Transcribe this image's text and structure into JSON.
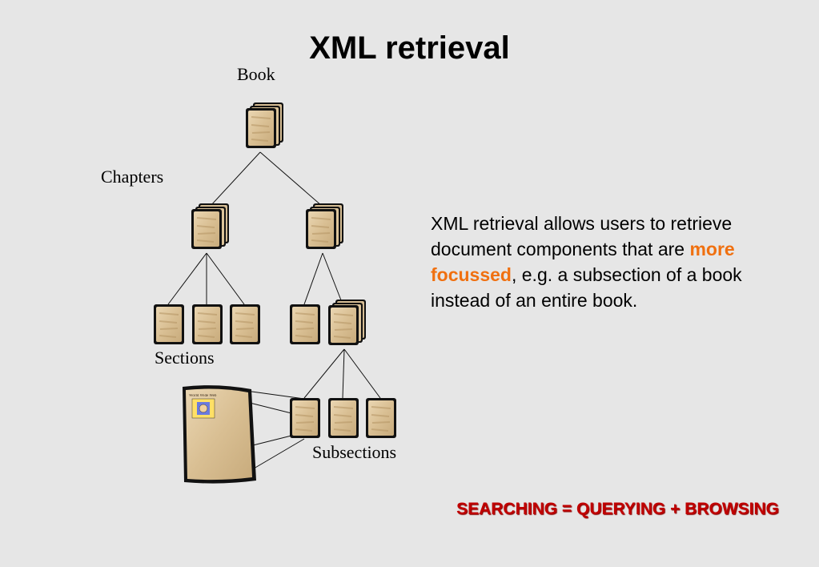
{
  "title": "XML retrieval",
  "labels": {
    "book": "Book",
    "chapters": "Chapters",
    "sections": "Sections",
    "subsections": "Subsections"
  },
  "description": {
    "part1": "XML retrieval allows users to retrieve document components that are ",
    "highlight": "more focussed",
    "part2": ", e.g.  a subsection of a book instead of an entire book."
  },
  "footer": "SEARCHING = QUERYING + BROWSING",
  "colors": {
    "highlight": "#f07010",
    "footer": "#c00000",
    "paper": "#e0c8a0"
  },
  "page_snippet": "World Wide Web"
}
